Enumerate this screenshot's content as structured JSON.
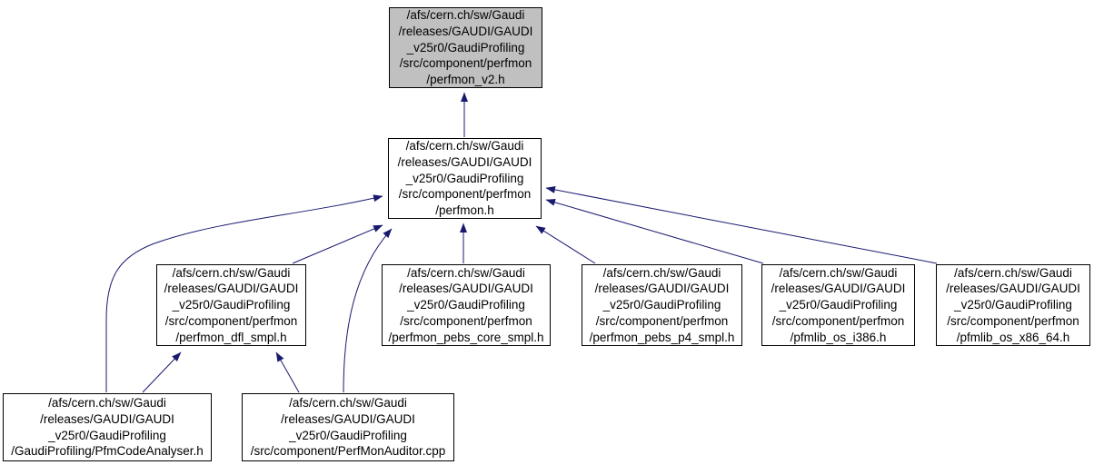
{
  "diagram": {
    "kind": "doxygen-included-by-dependency-graph"
  },
  "colors": {
    "edge_color": "#191970",
    "node_border": "#000000",
    "node_fill": "#ffffff",
    "highlight_fill": "#c0c0c0",
    "bg": "#ffffff",
    "text": "#000000"
  },
  "graph": {
    "nodes": [
      {
        "id": "perfmon_v2_h",
        "highlighted": true,
        "lines": [
          "/afs/cern.ch/sw/Gaudi",
          "/releases/GAUDI/GAUDI",
          "_v25r0/GaudiProfiling",
          "/src/component/perfmon",
          "/perfmon_v2.h"
        ]
      },
      {
        "id": "perfmon_h",
        "highlighted": false,
        "lines": [
          "/afs/cern.ch/sw/Gaudi",
          "/releases/GAUDI/GAUDI",
          "_v25r0/GaudiProfiling",
          "/src/component/perfmon",
          "/perfmon.h"
        ]
      },
      {
        "id": "perfmon_dfl_smpl_h",
        "highlighted": false,
        "lines": [
          "/afs/cern.ch/sw/Gaudi",
          "/releases/GAUDI/GAUDI",
          "_v25r0/GaudiProfiling",
          "/src/component/perfmon",
          "/perfmon_dfl_smpl.h"
        ]
      },
      {
        "id": "perfmon_pebs_core_smpl_h",
        "highlighted": false,
        "lines": [
          "/afs/cern.ch/sw/Gaudi",
          "/releases/GAUDI/GAUDI",
          "_v25r0/GaudiProfiling",
          "/src/component/perfmon",
          "/perfmon_pebs_core_smpl.h"
        ]
      },
      {
        "id": "perfmon_pebs_p4_smpl_h",
        "highlighted": false,
        "lines": [
          "/afs/cern.ch/sw/Gaudi",
          "/releases/GAUDI/GAUDI",
          "_v25r0/GaudiProfiling",
          "/src/component/perfmon",
          "/perfmon_pebs_p4_smpl.h"
        ]
      },
      {
        "id": "pfmlib_os_i386_h",
        "highlighted": false,
        "lines": [
          "/afs/cern.ch/sw/Gaudi",
          "/releases/GAUDI/GAUDI",
          "_v25r0/GaudiProfiling",
          "/src/component/perfmon",
          "/pfmlib_os_i386.h"
        ]
      },
      {
        "id": "pfmlib_os_x86_64_h",
        "highlighted": false,
        "lines": [
          "/afs/cern.ch/sw/Gaudi",
          "/releases/GAUDI/GAUDI",
          "_v25r0/GaudiProfiling",
          "/src/component/perfmon",
          "/pfmlib_os_x86_64.h"
        ]
      },
      {
        "id": "pfm_code_analyser_h",
        "highlighted": false,
        "lines": [
          "/afs/cern.ch/sw/Gaudi",
          "/releases/GAUDI/GAUDI",
          "_v25r0/GaudiProfiling",
          "/GaudiProfiling/PfmCodeAnalyser.h"
        ]
      },
      {
        "id": "perf_mon_auditor_cpp",
        "highlighted": false,
        "lines": [
          "/afs/cern.ch/sw/Gaudi",
          "/releases/GAUDI/GAUDI",
          "_v25r0/GaudiProfiling",
          "/src/component/PerfMonAuditor.cpp"
        ]
      }
    ],
    "edges": [
      {
        "from": "perfmon_h",
        "to": "perfmon_v2_h"
      },
      {
        "from": "perfmon_dfl_smpl_h",
        "to": "perfmon_h"
      },
      {
        "from": "perfmon_pebs_core_smpl_h",
        "to": "perfmon_h"
      },
      {
        "from": "perfmon_pebs_p4_smpl_h",
        "to": "perfmon_h"
      },
      {
        "from": "pfmlib_os_i386_h",
        "to": "perfmon_h"
      },
      {
        "from": "pfmlib_os_x86_64_h",
        "to": "perfmon_h"
      },
      {
        "from": "pfm_code_analyser_h",
        "to": "perfmon_h"
      },
      {
        "from": "perf_mon_auditor_cpp",
        "to": "perfmon_h"
      },
      {
        "from": "pfm_code_analyser_h",
        "to": "perfmon_dfl_smpl_h"
      },
      {
        "from": "perf_mon_auditor_cpp",
        "to": "perfmon_dfl_smpl_h"
      }
    ]
  }
}
